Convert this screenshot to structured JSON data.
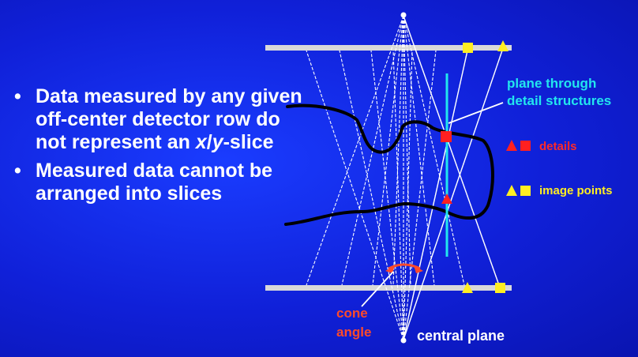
{
  "bullets": [
    {
      "parts": [
        "Data measured by any given off-center detector row do not represent an ",
        "x",
        "/",
        "y",
        "-slice"
      ]
    },
    {
      "parts": [
        "Measured data cannot be arranged into slices"
      ]
    }
  ],
  "labels": {
    "plane_line1": "plane  through",
    "plane_line2": "detail structures",
    "details": "details",
    "image_points": "image points",
    "cone_line1": "cone",
    "cone_line2": "angle",
    "central_plane": "central plane"
  },
  "colors": {
    "background": "#1424e0",
    "cyan": "#22e6ee",
    "red": "#ff2020",
    "yellow": "#ffee22",
    "orange": "#ff4a2a",
    "detector": "#d9d9d9"
  },
  "icons": {
    "details_legend": [
      "red-triangle-icon",
      "red-square-icon"
    ],
    "image_points_legend": [
      "yellow-triangle-icon",
      "yellow-square-icon"
    ],
    "bullet": "bullet-dot-icon"
  }
}
